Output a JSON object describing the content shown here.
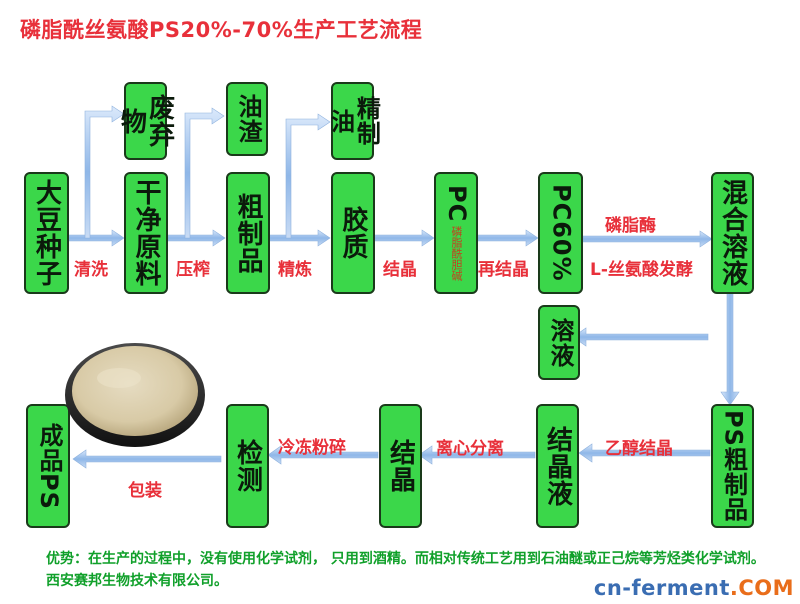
{
  "title": "磷脂酰丝氨酸PS20%-70%生产工艺流程",
  "nodes": {
    "soybean": "大豆种子",
    "clean_material": "干净原料",
    "waste": "废弃物",
    "crude": "粗制品",
    "oil_residue": "油渣",
    "gum": "胶质",
    "refined_oil": "精制油",
    "pc": "PC",
    "pc_sub": "磷脂酰胆碱",
    "pc60": "PC60%",
    "mixed": "混合溶液",
    "solution": "溶液",
    "ps_crude": "PS粗制品",
    "crystal_liquid": "结晶液",
    "crystal": "结晶",
    "test": "检测",
    "final": "成品PS"
  },
  "edges": {
    "wash": "清洗",
    "press": "压榨",
    "refine": "精炼",
    "crystallize": "结晶",
    "recrystallize": "再结晶",
    "enzyme": "磷脂酶",
    "ferment": "L-丝氨酸发酵",
    "ethanol": "乙醇结晶",
    "centrifuge": "离心分离",
    "freeze": "冷冻粉碎",
    "pack": "包装"
  },
  "note": "优势：在生产的过程中，没有使用化学试剂， 只用到酒精。而相对传统工艺用到石油醚或正己烷等芳烃类化学试剂。西安赛邦生物技术有限公司。",
  "logo": {
    "part1": "cn-ferment",
    "part2": ".COM"
  },
  "colors": {
    "box": "#3bd74a",
    "label": "#e8303a",
    "note": "#10a02a",
    "arrow": "#9fc4ee"
  }
}
